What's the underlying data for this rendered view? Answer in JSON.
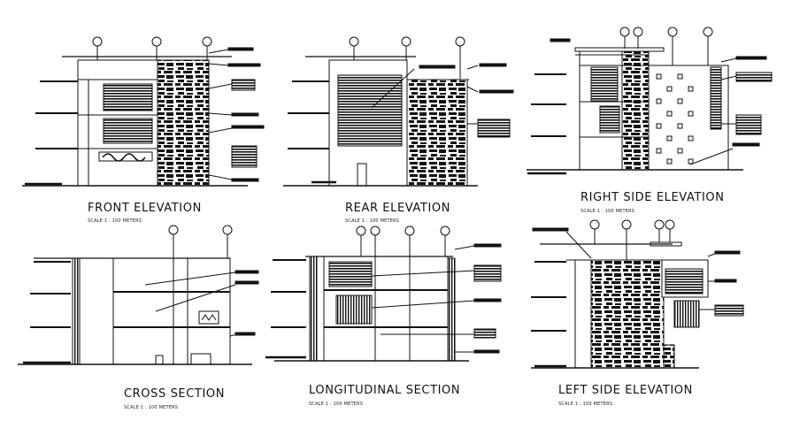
{
  "drawings": [
    {
      "id": "front",
      "title": "FRONT ELEVATION",
      "scale": "SCALE 1 : 100 METERS"
    },
    {
      "id": "rear",
      "title": "REAR ELEVATION",
      "scale": "SCALE 1 : 100 METERS"
    },
    {
      "id": "right",
      "title": "RIGHT SIDE ELEVATION",
      "scale": "SCALE 1 : 100 METERS"
    },
    {
      "id": "cross",
      "title": "CROSS SECTION",
      "scale": "SCALE 1 : 100 METERS"
    },
    {
      "id": "longitudinal",
      "title": "LONGITUDINAL SECTION",
      "scale": "SCALE 1 : 100 METERS"
    },
    {
      "id": "left",
      "title": "LEFT SIDE ELEVATION",
      "scale": "SCALE 1 : 100 METERS"
    }
  ],
  "colors": {
    "line": "#111111",
    "paper": "#ffffff"
  }
}
